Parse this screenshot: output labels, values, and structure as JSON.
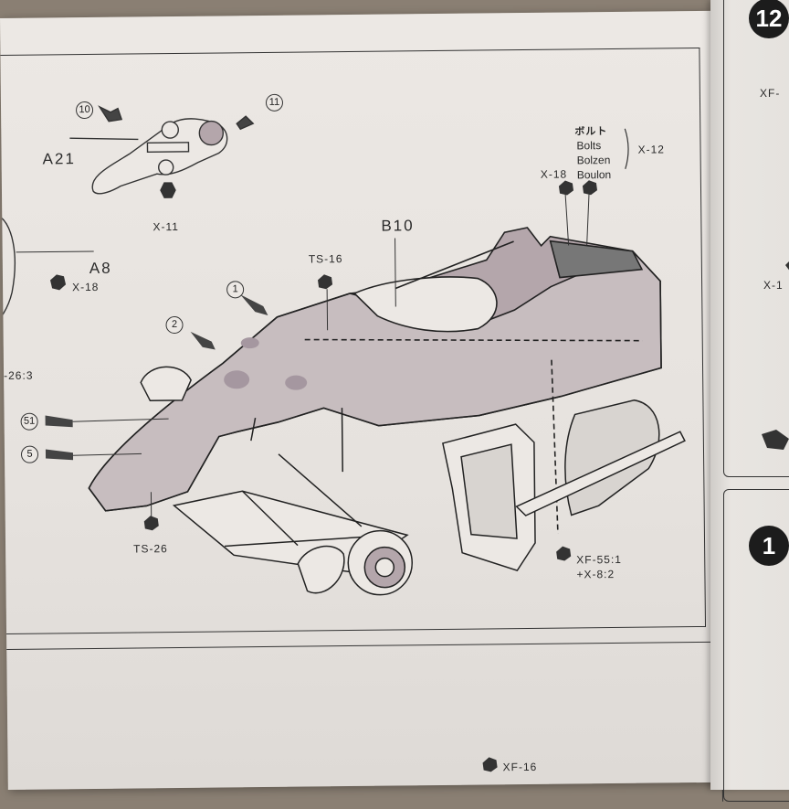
{
  "parts": {
    "body": "B10",
    "bracket": "A21",
    "mirror": "A8"
  },
  "callouts": {
    "c10": "10",
    "c11": "11",
    "c1": "1",
    "c2": "2",
    "c51": "51",
    "c5": "5"
  },
  "fasteners": {
    "x11": "X-11",
    "x18_left": "X-18",
    "x18_top": "X-18",
    "x12": "X-12",
    "ts16": "TS-16",
    "ts26": "TS-26",
    "ts26_partial": "-26:3",
    "xf55": "XF-55:1",
    "x8": "+X-8:2",
    "xf16": "XF-16"
  },
  "bolts_legend": {
    "jp": "ボルト",
    "en": "Bolts",
    "de": "Bolzen",
    "fr": "Boulon"
  },
  "right_page": {
    "step_top": "12",
    "step_bottom": "1",
    "xf_partial": "XF-",
    "x1_partial": "X-1"
  },
  "colors": {
    "paper": "#ece8e4",
    "ink": "#2a2a2a",
    "shade": "#b4a6ab",
    "background": "#8a7f73"
  }
}
